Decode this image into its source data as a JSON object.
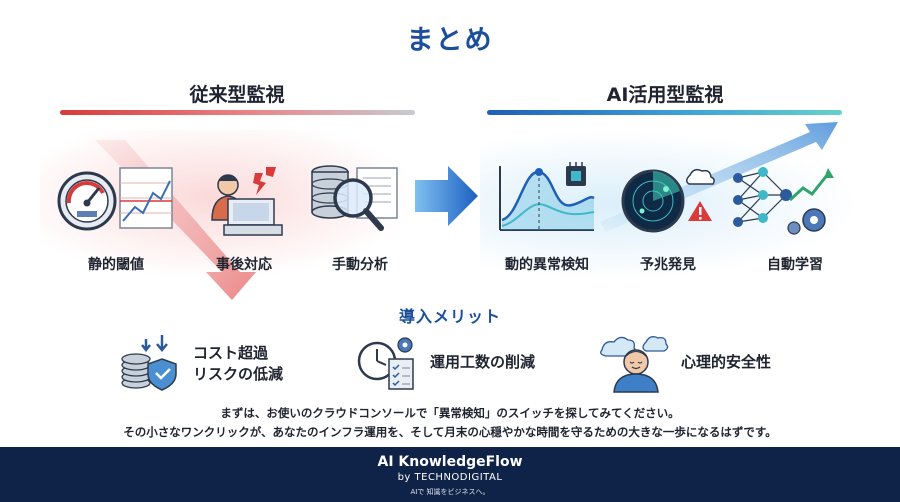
{
  "title": "まとめ",
  "traditional": {
    "heading": "従来型監視",
    "items": [
      {
        "label": "静的閾値",
        "icon": "speedometer-chart-icon"
      },
      {
        "label": "事後対応",
        "icon": "frustrated-operator-icon"
      },
      {
        "label": "手動分析",
        "icon": "magnifier-database-icon"
      }
    ]
  },
  "ai": {
    "heading": "AI活用型監視",
    "items": [
      {
        "label": "動的異常検知",
        "icon": "anomaly-curve-chip-icon"
      },
      {
        "label": "予兆発見",
        "icon": "radar-warning-icon"
      },
      {
        "label": "自動学習",
        "icon": "neural-network-gear-icon"
      }
    ]
  },
  "benefits": {
    "heading": "導入メリット",
    "items": [
      {
        "label_line1": "コスト超過",
        "label_line2": "リスクの低減",
        "icon": "coins-shield-icon"
      },
      {
        "label_line1": "運用工数の削減",
        "label_line2": "",
        "icon": "clock-checklist-gear-icon"
      },
      {
        "label_line1": "心理的安全性",
        "label_line2": "",
        "icon": "relaxed-person-icon"
      }
    ]
  },
  "message": {
    "line1": "まずは、お使いのクラウドコンソールで「異常検知」のスイッチを探してみてください。",
    "line2": "その小さなワンクリックが、あなたのインフラ運用を、そして月末の心穏やかな時間を守るための大きな一歩になるはずです。"
  },
  "footer": {
    "brand": "AI KnowledgeFlow",
    "by": "by TECHNODIGITAL",
    "tagline": "AIで 知識をビジネスへ。"
  },
  "colors": {
    "accent_blue": "#1b4f9c",
    "warning_red": "#d93a3a",
    "footer_navy": "#0f2247",
    "teal": "#3fb8c9"
  }
}
